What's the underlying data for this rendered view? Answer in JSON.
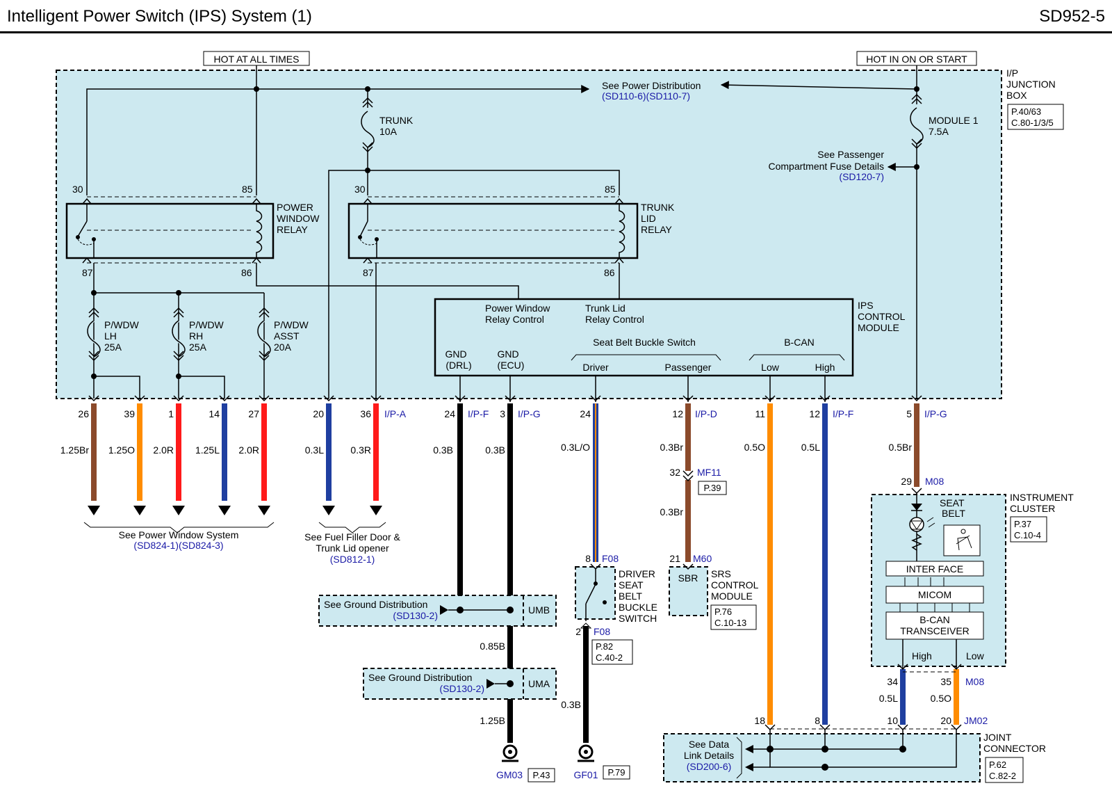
{
  "title": "Intelligent Power Switch (IPS) System (1)",
  "page_id": "SD952-5",
  "hot_all_times": "HOT AT ALL TIMES",
  "hot_in_on": "HOT IN ON OR START",
  "junction_box": {
    "l1": "I/P",
    "l2": "JUNCTION",
    "l3": "BOX",
    "ref1": "P.40/63",
    "ref2": "C.80-1/3/5"
  },
  "power_dist": {
    "label": "See Power Distribution",
    "ref": "(SD110-6)(SD110-7)"
  },
  "fuse_trunk": {
    "name": "TRUNK",
    "rating": "10A"
  },
  "fuse_module": {
    "name": "MODULE 1",
    "rating": "7.5A"
  },
  "passenger_fuse": {
    "l1": "See Passenger",
    "l2": "Compartment Fuse Details",
    "ref": "(SD120-7)"
  },
  "pw_relay": {
    "l1": "POWER",
    "l2": "WINDOW",
    "l3": "RELAY",
    "p30": "30",
    "p85": "85",
    "p87": "87",
    "p86": "86"
  },
  "trunk_relay": {
    "l1": "TRUNK",
    "l2": "LID",
    "l3": "RELAY",
    "p30": "30",
    "p85": "85",
    "p87": "87",
    "p86": "86"
  },
  "fuse_lh": {
    "l1": "P/WDW",
    "l2": "LH",
    "l3": "25A"
  },
  "fuse_rh": {
    "l1": "P/WDW",
    "l2": "RH",
    "l3": "25A"
  },
  "fuse_asst": {
    "l1": "P/WDW",
    "l2": "ASST",
    "l3": "20A"
  },
  "ips": {
    "l1": "IPS",
    "l2": "CONTROL",
    "l3": "MODULE",
    "pw_ctrl1": "Power Window",
    "pw_ctrl2": "Relay Control",
    "tl_ctrl1": "Trunk Lid",
    "tl_ctrl2": "Relay Control",
    "gnd_drl1": "GND",
    "gnd_drl2": "(DRL)",
    "gnd_ecu1": "GND",
    "gnd_ecu2": "(ECU)",
    "sbbs": "Seat Belt Buckle Switch",
    "driver": "Driver",
    "passenger": "Passenger",
    "bcan": "B-CAN",
    "low": "Low",
    "high": "High"
  },
  "pins": {
    "p26": "26",
    "p39": "39",
    "p1": "1",
    "p14": "14",
    "p27": "27",
    "p20": "20",
    "p36": "36",
    "ipa": "I/P-A",
    "p24a": "24",
    "ipf1": "I/P-F",
    "p3": "3",
    "ipg1": "I/P-G",
    "p24b": "24",
    "p12a": "12",
    "ipd": "I/P-D",
    "p11": "11",
    "p12b": "12",
    "ipf2": "I/P-F",
    "p5": "5",
    "ipg2": "I/P-G"
  },
  "wires": {
    "w1": "1.25Br",
    "w2": "1.25O",
    "w3": "2.0R",
    "w4": "1.25L",
    "w5": "2.0R",
    "w6": "0.3L",
    "w7": "0.3R",
    "w8": "0.3B",
    "w9": "0.3B",
    "w10": "0.3L/O",
    "w11": "0.3Br",
    "w12": "0.5O",
    "w13": "0.5L",
    "w14": "0.5Br",
    "w15": "0.3Br",
    "w16": "0.85B",
    "w17": "1.25B",
    "w18": "0.3B",
    "w19": "0.5L",
    "w20": "0.5O"
  },
  "pw_system": {
    "label": "See Power Window System",
    "ref": "(SD824-1)(SD824-3)"
  },
  "fuel_door": {
    "l1": "See Fuel Filler Door &",
    "l2": "Trunk Lid opener",
    "ref": "(SD812-1)"
  },
  "mf11": {
    "pin": "32",
    "name": "MF11",
    "ref": "P.39"
  },
  "srs": {
    "pin": "21",
    "conn": "M60",
    "pin_name": "SBR",
    "l1": "SRS",
    "l2": "CONTROL",
    "l3": "MODULE",
    "ref1": "P.76",
    "ref2": "C.10-13"
  },
  "sbs": {
    "pin8": "8",
    "conn1": "F08",
    "pin2": "2",
    "conn2": "F08",
    "l1": "DRIVER",
    "l2": "SEAT",
    "l3": "BELT",
    "l4": "BUCKLE",
    "l5": "SWITCH",
    "ref1": "P.82",
    "ref2": "C.40-2"
  },
  "gnd_umb": {
    "label": "See Ground Distribution",
    "ref": "(SD130-2)",
    "conn": "UMB"
  },
  "gnd_uma": {
    "label": "See Ground Distribution",
    "ref": "(SD130-2)",
    "conn": "UMA"
  },
  "gm03": {
    "name": "GM03",
    "ref": "P.43"
  },
  "gf01": {
    "name": "GF01",
    "ref": "P.79"
  },
  "cluster": {
    "l1": "INSTRUMENT",
    "l2": "CLUSTER",
    "ref1": "P.37",
    "ref2": "C.10-4",
    "pin29": "29",
    "conn": "M08",
    "seat_belt1": "SEAT",
    "seat_belt2": "BELT",
    "interface": "INTER FACE",
    "micom": "MICOM",
    "bcan1": "B-CAN",
    "bcan2": "TRANSCEIVER",
    "high": "High",
    "low": "Low",
    "pin34": "34",
    "pin35": "35",
    "conn2": "M08"
  },
  "joint": {
    "l1": "JOINT",
    "l2": "CONNECTOR",
    "ref1": "P.62",
    "ref2": "C.82-2",
    "p18": "18",
    "p8": "8",
    "p10": "10",
    "p20": "20",
    "conn": "JM02",
    "dl1": "See Data",
    "dl2": "Link Details",
    "dl_ref": "(SD200-6)"
  }
}
